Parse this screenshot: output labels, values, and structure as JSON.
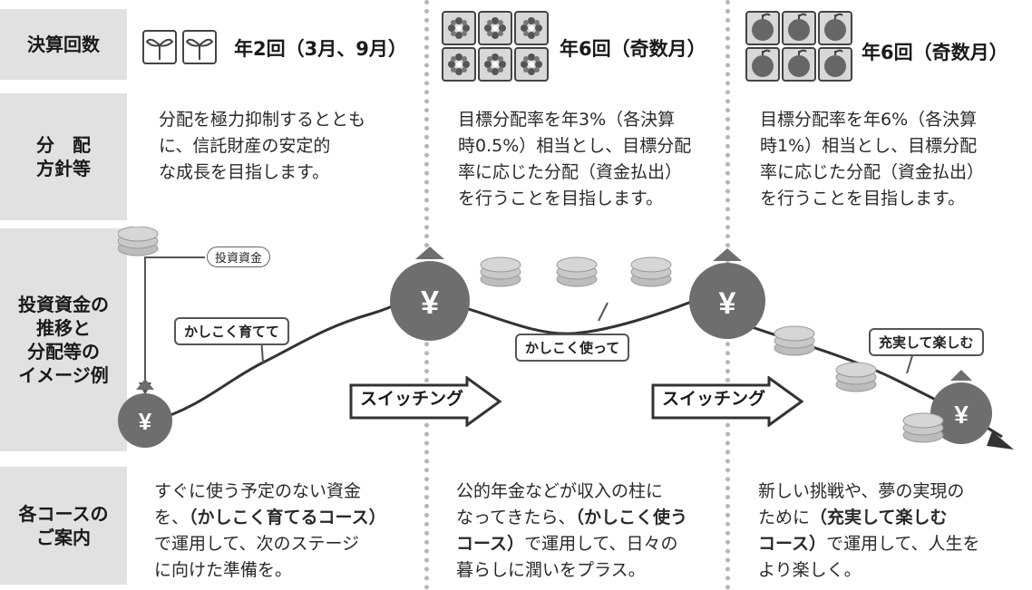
{
  "rows": {
    "settlement": "決算回数",
    "policy": "分　配\n方針等",
    "image": "投資資金の\n推移と\n分配等の\nイメージ例",
    "guide": "各コースの\nご案内"
  },
  "columns": [
    {
      "frequency": "年2回（3月、9月）",
      "icon": "sprout-icon",
      "policy": "分配を極力抑制するととも\nに、信託財産の安定的\nな成長を目指します。",
      "guide_parts": [
        "すぐに使う予定のない資金\nを、",
        "（かしこく育てるコース）",
        "\nで運用して、次のステージ\nに向けた準備を。"
      ]
    },
    {
      "frequency": "年6回（奇数月）",
      "icon": "flower-icon",
      "policy": "目標分配率を年3%（各決算\n時0.5%）相当とし、目標分配\n率に応じた分配（資金払出）\nを行うことを目指します。",
      "guide_parts": [
        "公的年金などが収入の柱に\nなってきたら、",
        "（かしこく使う\nコース）",
        "で運用して、日々の\n暮らしに潤いをプラス。"
      ]
    },
    {
      "frequency": "年6回（奇数月）",
      "icon": "apple-icon",
      "policy": "目標分配率を年6%（各決算\n時1%）相当とし、目標分配\n率に応じた分配（資金払出）\nを行うことを目指します。",
      "guide_parts": [
        "新しい挑戦や、夢の実現の\nために",
        "（充実して楽しむ\nコース）",
        "で運用して、人生を\nより楽しく。"
      ]
    }
  ],
  "diagram": {
    "investment_label": "投資資金",
    "grow_label": "かしこく育てて",
    "use_label": "かしこく使って",
    "enjoy_label": "充実して楽しむ",
    "switching_label": "スイッチング",
    "yen_symbol": "¥",
    "colors": {
      "bag": "#6e6e6e",
      "coin": "#bdbdbd",
      "line": "#333333",
      "label_bg": "#e1e1e1"
    }
  }
}
